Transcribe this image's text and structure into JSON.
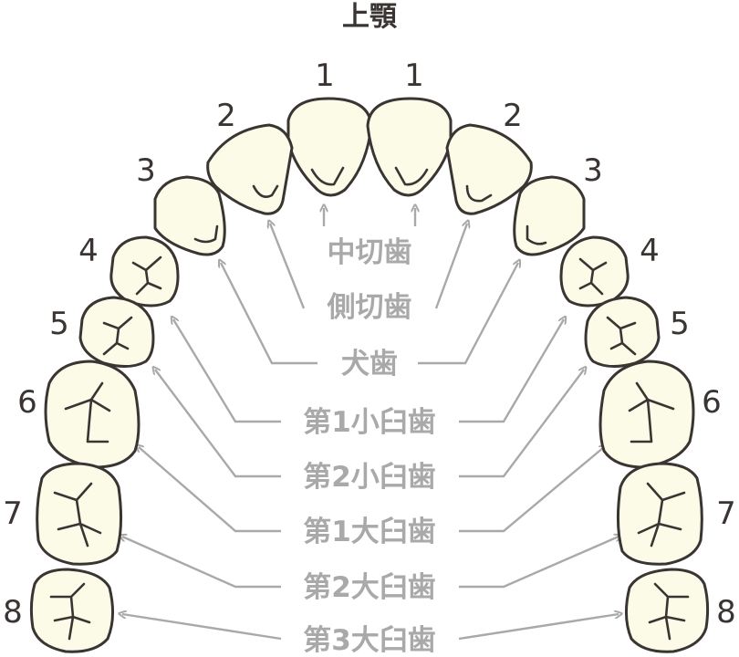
{
  "title": "上顎",
  "tooth_numbers": {
    "left": [
      "1",
      "2",
      "3",
      "4",
      "5",
      "6",
      "7",
      "8"
    ],
    "right": [
      "1",
      "2",
      "3",
      "4",
      "5",
      "6",
      "7",
      "8"
    ]
  },
  "tooth_types": [
    {
      "key": "central_incisor",
      "label": "中切歯"
    },
    {
      "key": "lateral_incisor",
      "label": "側切歯"
    },
    {
      "key": "canine",
      "label": "犬歯"
    },
    {
      "key": "first_premolar",
      "label": "第1小臼歯"
    },
    {
      "key": "second_premolar",
      "label": "第2小臼歯"
    },
    {
      "key": "first_molar",
      "label": "第1大臼歯"
    },
    {
      "key": "second_molar",
      "label": "第2大臼歯"
    },
    {
      "key": "third_molar",
      "label": "第3大臼歯"
    }
  ],
  "colors": {
    "tooth_fill": "#fbfbe8",
    "outline": "#3a3532",
    "label_gray": "#a9a9a9"
  }
}
